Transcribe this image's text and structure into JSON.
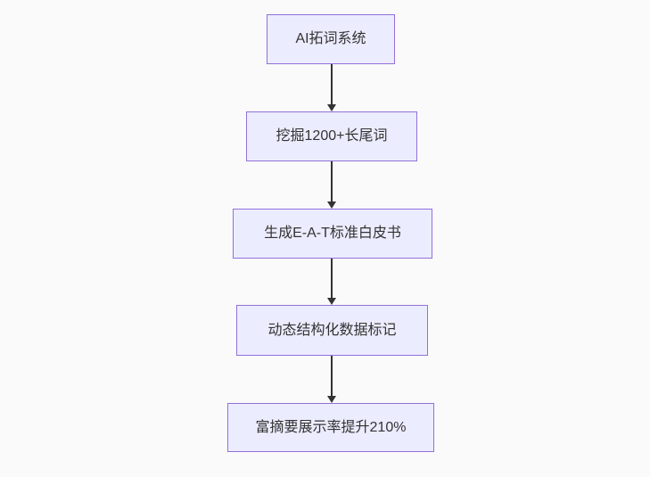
{
  "diagram": {
    "type": "flowchart-vertical",
    "nodes": [
      {
        "id": "n1",
        "label": "AI拓词系统"
      },
      {
        "id": "n2",
        "label": "挖掘1200+长尾词"
      },
      {
        "id": "n3",
        "label": "生成E-A-T标准白皮书"
      },
      {
        "id": "n4",
        "label": "动态结构化数据标记"
      },
      {
        "id": "n5",
        "label": "富摘要展示率提升210%"
      }
    ],
    "edges": [
      {
        "from": "n1",
        "to": "n2"
      },
      {
        "from": "n2",
        "to": "n3"
      },
      {
        "from": "n3",
        "to": "n4"
      },
      {
        "from": "n4",
        "to": "n5"
      }
    ]
  },
  "colors": {
    "background": "#fafafa",
    "node_fill": "#ececff",
    "node_border": "#9370db",
    "node_text": "#333333",
    "arrow": "#333333"
  }
}
